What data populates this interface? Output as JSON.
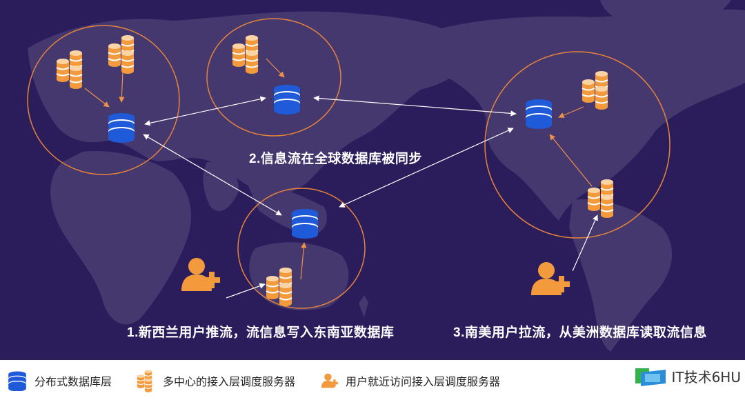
{
  "captions": {
    "sync": "2.信息流在全球数据库被同步",
    "push": "1.新西兰用户推流，流信息写入东南亚数据库",
    "pull": "3.南美用户拉流，从美洲数据库读取流信息"
  },
  "legend": {
    "db_label": "分布式数据库层",
    "access_label": "多中心的接入层调度服务器",
    "user_label": "用户就近访问接入层调度服务器"
  },
  "watermark": {
    "text": "IT技术6HU"
  },
  "colors": {
    "background": "#2b1d5c",
    "land": "#4a3c7a",
    "circle": "#e8843a",
    "db_blue": "#1f5bd8",
    "server_orange": "#f39a3d",
    "arrow_white": "#ffffff",
    "arrow_orange": "#f0914a"
  },
  "icons": [
    "database-icon",
    "server-stack-icon",
    "user-add-icon"
  ]
}
